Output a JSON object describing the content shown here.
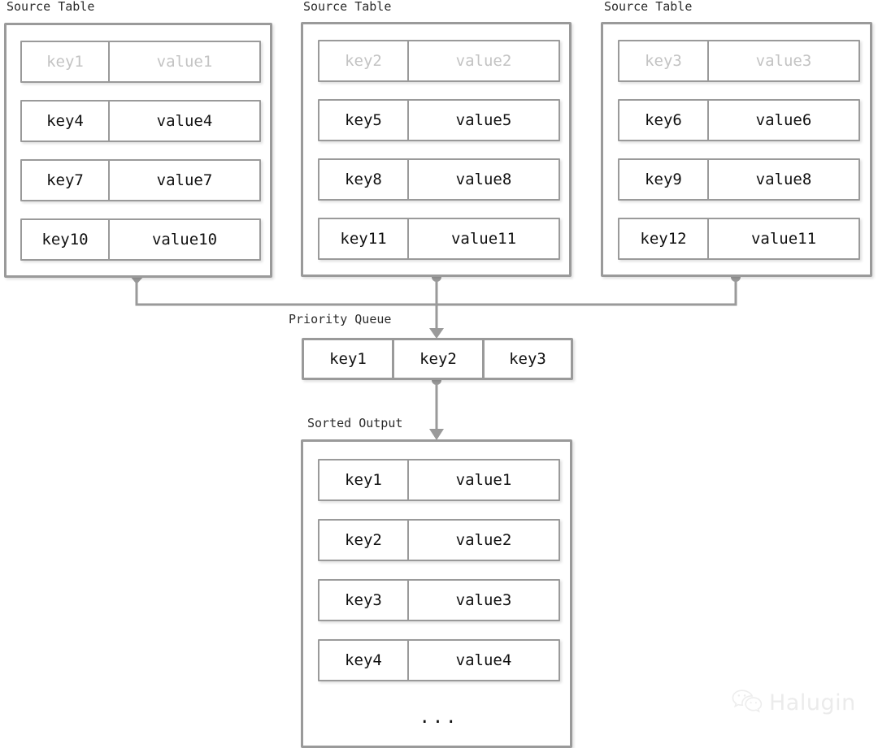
{
  "diagram": {
    "title_repeated": "Source Table",
    "source_tables": [
      {
        "label": "Source Table",
        "rows": [
          {
            "key": "key1",
            "value": "value1",
            "faded": true
          },
          {
            "key": "key4",
            "value": "value4",
            "faded": false
          },
          {
            "key": "key7",
            "value": "value7",
            "faded": false
          },
          {
            "key": "key10",
            "value": "value10",
            "faded": false
          }
        ]
      },
      {
        "label": "Source Table",
        "rows": [
          {
            "key": "key2",
            "value": "value2",
            "faded": true
          },
          {
            "key": "key5",
            "value": "value5",
            "faded": false
          },
          {
            "key": "key8",
            "value": "value8",
            "faded": false
          },
          {
            "key": "key11",
            "value": "value11",
            "faded": false
          }
        ]
      },
      {
        "label": "Source Table",
        "rows": [
          {
            "key": "key3",
            "value": "value3",
            "faded": true
          },
          {
            "key": "key6",
            "value": "value6",
            "faded": false
          },
          {
            "key": "key9",
            "value": "value8",
            "faded": false
          },
          {
            "key": "key12",
            "value": "value11",
            "faded": false
          }
        ]
      }
    ],
    "priority_queue": {
      "label": "Priority Queue",
      "items": [
        "key1",
        "key2",
        "key3"
      ]
    },
    "sorted_output": {
      "label": "Sorted Output",
      "rows": [
        {
          "key": "key1",
          "value": "value1"
        },
        {
          "key": "key2",
          "value": "value2"
        },
        {
          "key": "key3",
          "value": "value3"
        },
        {
          "key": "key4",
          "value": "value4"
        }
      ],
      "more_indicator": "..."
    },
    "watermark": {
      "text": "Halugin",
      "icon": "wechat-icon"
    },
    "colors": {
      "border": "#9a9a9a",
      "text": "#111111",
      "faded_text": "#c3c3c3",
      "connector": "#9a9a9a",
      "background": "#ffffff",
      "watermark_text": "#d8d8d8"
    }
  }
}
